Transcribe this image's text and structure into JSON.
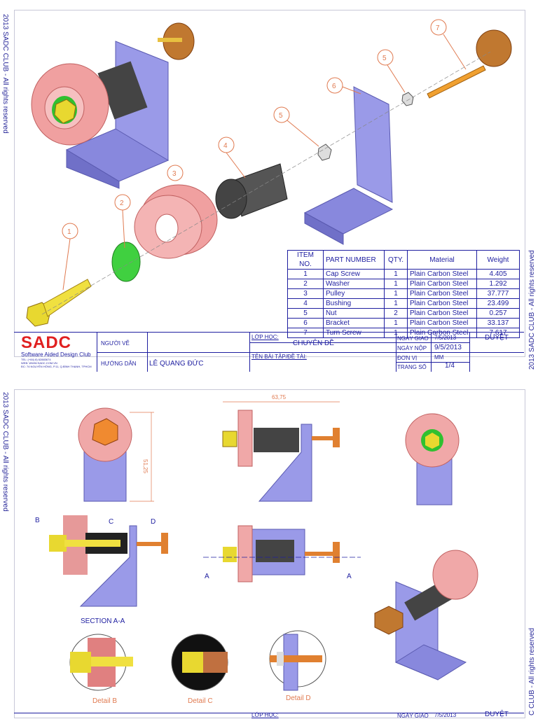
{
  "copyright": "2013 SADC CLUB - All rights reserved",
  "copyright_partial": "C CLUB - All rights reserved",
  "balloons": [
    "1",
    "2",
    "3",
    "4",
    "5",
    "5",
    "6",
    "7"
  ],
  "bom": {
    "headers": [
      "ITEM NO.",
      "PART NUMBER",
      "QTY.",
      "Material",
      "Weight"
    ],
    "rows": [
      [
        "1",
        "Cap Screw",
        "1",
        "Plain Carbon Steel",
        "4.405"
      ],
      [
        "2",
        "Washer",
        "1",
        "Plain Carbon Steel",
        "1.292"
      ],
      [
        "3",
        "Pulley",
        "1",
        "Plain Carbon Steel",
        "37.777"
      ],
      [
        "4",
        "Bushing",
        "1",
        "Plain Carbon Steel",
        "23.499"
      ],
      [
        "5",
        "Nut",
        "2",
        "Plain Carbon Steel",
        "0.257"
      ],
      [
        "6",
        "Bracket",
        "1",
        "Plain Carbon Steel",
        "33.137"
      ],
      [
        "7",
        "Turn Screw",
        "1",
        "Plain Carbon Steel",
        "7.617"
      ]
    ]
  },
  "title_block": {
    "logo": "SADC",
    "logo_sub": "Software Aided Design Club",
    "logo_contact": [
      "TEL: (+84) 8) 62883674",
      "WEB: WWW.SADC.COM.VN",
      "ĐC: 74 NGUYỄN HỒNG, P.11, Q.BÌNH THẠNH, TPHCM"
    ],
    "nguoi_ve_label": "NGƯỜI VẼ",
    "huong_dan_label": "HƯỚNG DẪN",
    "huong_dan_value": "LÊ QUANG ĐỨC",
    "lop_hoc_label": "LỚP HỌC:",
    "lop_hoc_value": "CHUYÊN ĐỀ",
    "ten_bai_label": "TÊN BÀI TẬP/ĐỀ TÀI:",
    "ngay_giao_label": "NGÀY GIAO",
    "ngay_giao_value": "7/5/2013",
    "ngay_nop_label": "NGÀY NỘP",
    "ngay_nop_value": "9/5/2013",
    "don_vi_label": "ĐƠN VỊ",
    "don_vi_value": "MM",
    "trang_so_label": "TRANG SỐ",
    "trang_so_value": "1/4",
    "duyet_label": "DUYỆT"
  },
  "title_block_2": {
    "lop_hoc_label": "LỚP HỌC:",
    "ngay_giao_label": "NGÀY GIAO",
    "ngay_giao_value": "7/5/2013",
    "duyet_label": "DUYỆT"
  },
  "dimensions": {
    "width": "63,75",
    "height": "51,25"
  },
  "section_labels": {
    "b": "B",
    "c": "C",
    "d": "D",
    "a": "A",
    "section": "SECTION A-A"
  },
  "details": [
    "Detail B",
    "Detail C",
    "Detail D"
  ],
  "colors": {
    "pulley": "#f0a8a8",
    "bracket": "#9a9ae8",
    "screw": "#e8e040",
    "washer": "#40d040",
    "bushing": "#505050",
    "knob": "#e89040",
    "ink": "#1e1ea0",
    "balloon": "#e07a50"
  }
}
